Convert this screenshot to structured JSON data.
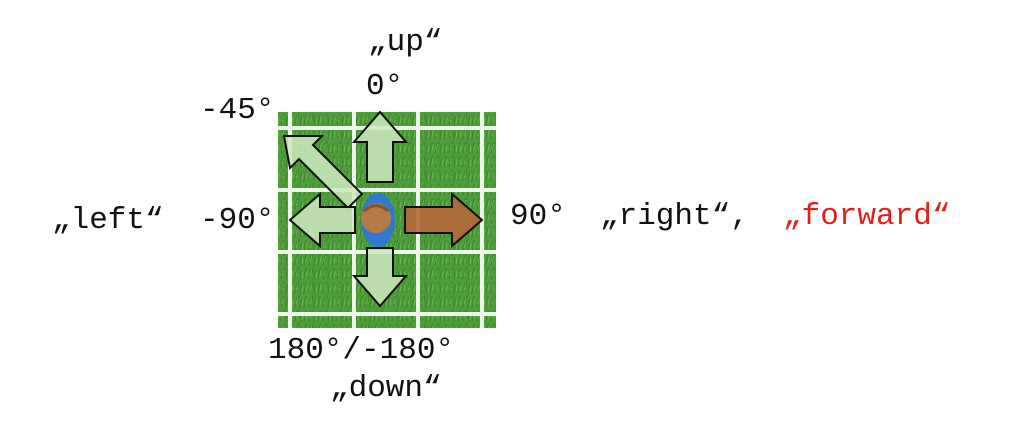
{
  "labels": {
    "up_word": "„up“",
    "up_angle": "0°",
    "upleft_angle": "-45°",
    "left_word": "„left“",
    "left_angle": "-90°",
    "right_angle": "90°",
    "right_word": "„right“,",
    "forward_word": "„forward“",
    "down_angle": "180°/-180°",
    "down_word": "„down“"
  },
  "colors": {
    "grass": "#4f9c3a",
    "grid": "#ffffff",
    "arrow_light": "#cfe8c0",
    "arrow_active": "#b5673a",
    "forward_text": "#e0201b",
    "player_body": "#2f7ad0",
    "player_head": "#b57a45"
  },
  "icons": {
    "player": "top-down-player-icon",
    "arrows": [
      "arrow-up-icon",
      "arrow-upleft-icon",
      "arrow-left-icon",
      "arrow-right-icon",
      "arrow-down-icon"
    ]
  }
}
